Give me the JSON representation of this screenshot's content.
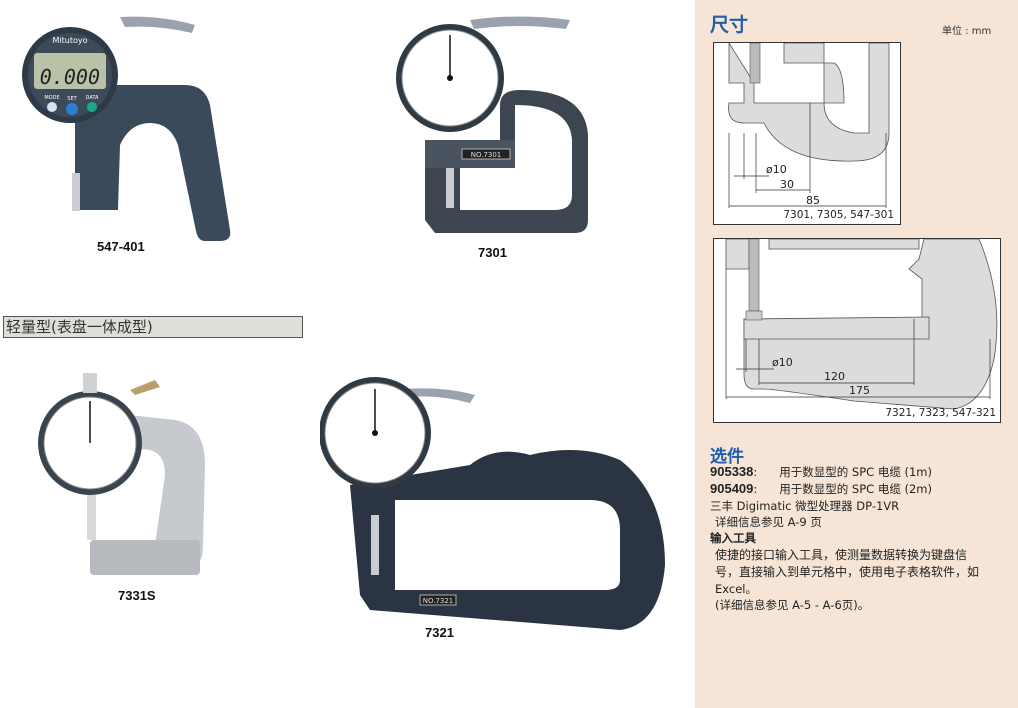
{
  "products": [
    {
      "model": "547-401",
      "display": "0.000",
      "brand": "Mitutoyo",
      "buttons": [
        "MODE",
        "SET",
        "DATA"
      ]
    },
    {
      "model": "7301",
      "plate": "NO.7301"
    },
    {
      "model": "7331S"
    },
    {
      "model": "7321",
      "plate": "NO.7321"
    }
  ],
  "section_heading": "轻量型(表盘一体成型)",
  "dimensions": {
    "title": "尺寸",
    "unit": "单位 : mm",
    "diagram1": {
      "d": "ø10",
      "a": "30",
      "b": "85",
      "models": "7301, 7305, 547-301"
    },
    "diagram2": {
      "d": "ø10",
      "a": "120",
      "b": "175",
      "models": "7321, 7323, 547-321"
    }
  },
  "options": {
    "title": "选件",
    "items": [
      {
        "code": "905338",
        "sep": ":",
        "desc": "用于数显型的 SPC 电缆 (1m)"
      },
      {
        "code": "905409",
        "sep": ":",
        "desc": "用于数显型的 SPC 电缆 (2m)"
      }
    ],
    "processor": "三丰 Digimatic 微型处理器 DP-1VR",
    "processor_ref": "详细信息参见 A-9 页",
    "input_tool_title": "输入工具",
    "input_tool_lines": [
      "使捷的接口输入工具，使测量数据转换为键盘信",
      "号，直接输入到单元格中，使用电子表格软件，如",
      "Excel。"
    ],
    "input_tool_ref": "(详细信息参见 A-5 - A-6页)。"
  }
}
